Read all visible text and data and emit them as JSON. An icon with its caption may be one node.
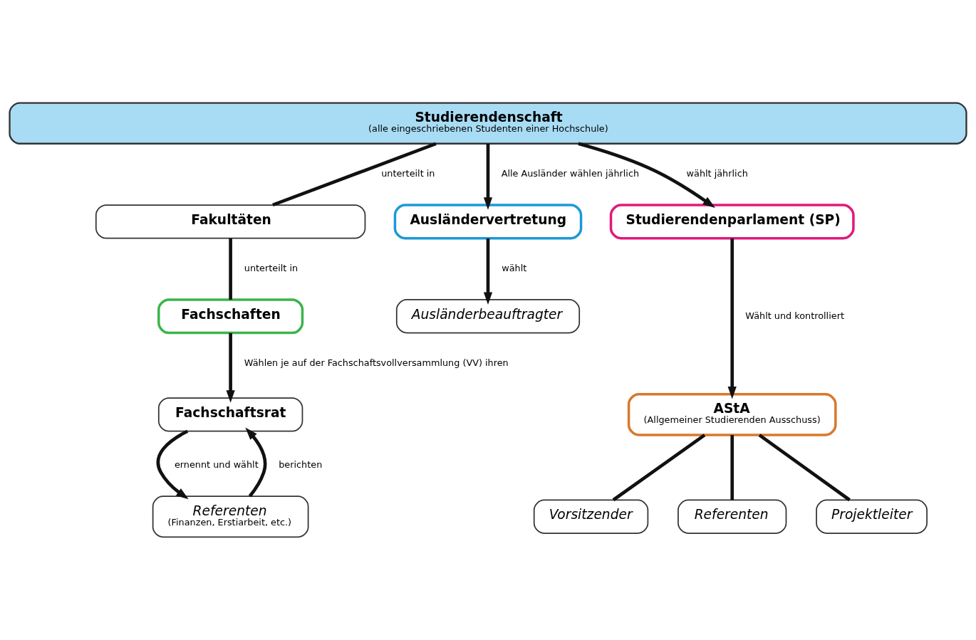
{
  "diagram": {
    "nodes": [
      {
        "text": [
          "Studierendenschaft",
          "(alle eingeschriebenen Studenten einer Hochschule)"
        ]
      },
      {
        "text": [
          "Fakultäten"
        ]
      },
      {
        "text": [
          "Ausländervertretung"
        ]
      },
      {
        "text": [
          "Studierendenparlament (SP)"
        ]
      },
      {
        "text": [
          "Fachschaften"
        ]
      },
      {
        "text": [
          "Ausländerbeauftragter"
        ]
      },
      {
        "text": [
          "Fachschaftsrat"
        ]
      },
      {
        "text": [
          "AStA",
          "(Allgemeiner Studierenden Ausschuss)"
        ]
      },
      {
        "text": [
          "Referenten",
          "(Finanzen, Erstiarbeit, etc.)"
        ]
      },
      {
        "text": [
          "Vorsitzender"
        ]
      },
      {
        "text": [
          "Referenten"
        ]
      },
      {
        "text": [
          "Projektleiter"
        ]
      }
    ],
    "edges": [
      {
        "from": 0,
        "to": 1,
        "arrow": "none",
        "label": "unterteilt in"
      },
      {
        "from": 0,
        "to": 2,
        "arrow": "to",
        "label": "Alle Ausländer wählen jährlich"
      },
      {
        "from": 0,
        "to": 3,
        "arrow": "to",
        "label": "wählt jährlich"
      },
      {
        "from": 1,
        "to": 4,
        "arrow": "none",
        "label": "unterteilt in"
      },
      {
        "from": 2,
        "to": 5,
        "arrow": "to",
        "label": "wählt"
      },
      {
        "from": 4,
        "to": 6,
        "arrow": "to",
        "label": "Wählen je auf der Fachschaftsvollversammlung (VV) ihren"
      },
      {
        "from": 3,
        "to": 7,
        "arrow": "to",
        "label": "Wählt und kontrolliert"
      },
      {
        "from": 6,
        "to": 8,
        "arrow": "to",
        "label": "ernennt und wählt"
      },
      {
        "from": 8,
        "to": 6,
        "arrow": "to",
        "label": "berichten"
      },
      {
        "from": 7,
        "to": 9,
        "arrow": "none"
      },
      {
        "from": 7,
        "to": 10,
        "arrow": "none"
      },
      {
        "from": 7,
        "to": 11,
        "arrow": "none"
      }
    ]
  }
}
